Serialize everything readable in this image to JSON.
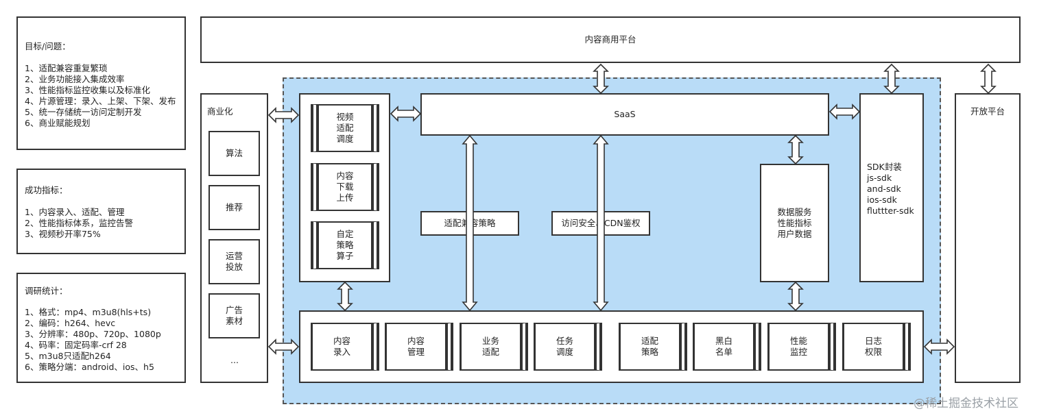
{
  "left_panel": {
    "goals": {
      "title": "目标/问题：",
      "items": [
        "1、适配兼容重复繁琐",
        "2、业务功能接入集成效率",
        "3、性能指标监控收集以及标准化",
        "4、片源管理：录入、上架、下架、发布",
        "5、统一存储统一访问定制开发",
        "6、商业赋能规划"
      ]
    },
    "success": {
      "title": "成功指标：",
      "items": [
        "1、内容录入、适配、管理",
        "2、性能指标体系，监控告警",
        "3、视频秒开率75%"
      ]
    },
    "research": {
      "title": "调研统计：",
      "items": [
        "1、格式：mp4、m3u8(hls+ts)",
        "2、编码：h264、hevc",
        "3、分辨率：480p、720p、1080p",
        "4、码率：固定码率-crf 28",
        "5、m3u8只适配h264",
        "6、策略分端：android、ios、h5"
      ]
    }
  },
  "top_platform": "内容商用平台",
  "commercial": {
    "title": "商业化",
    "items": [
      "算法",
      "推荐",
      "运营\n投放",
      "广告\n素材"
    ],
    "more": "..."
  },
  "open_platform": "开放平台",
  "saas": "SaaS",
  "left_modules": [
    "视频\n适配\n调度",
    "内容\n下载\n上传",
    "自定\n策略\n算子"
  ],
  "mid_labels": {
    "adapt_strategy": "适配兼容策略",
    "access_security": "访问安全、CDN鉴权"
  },
  "data_service": "数据服务\n性能指标\n用户数据",
  "sdk": "SDK封装\njs-sdk\nand-sdk\nios-sdk\nfluttter-sdk",
  "bottom_modules": [
    "内容\n录入",
    "内容\n管理",
    "业务\n适配",
    "任务\n调度",
    "适配\n策略",
    "黑白\n名单",
    "性能\n监控",
    "日志\n权限"
  ],
  "watermark": "@稀土掘金技术社区",
  "colors": {
    "container_fill": "#b9dcf7",
    "border": "#333333"
  }
}
